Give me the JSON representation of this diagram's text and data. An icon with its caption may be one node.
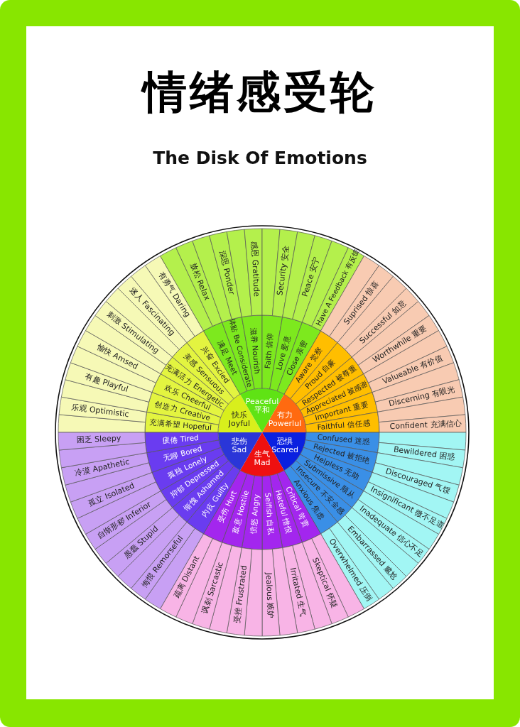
{
  "diagram": {
    "title": "情绪感受轮",
    "labels": [
      "The Disk Of Emotions"
    ],
    "nodes": [
      {
        "text": [
          "快乐",
          "Joyful"
        ]
      },
      {
        "text": [
          "Peaceful",
          "平和"
        ]
      },
      {
        "text": [
          "有力",
          "Powerlul"
        ]
      },
      {
        "text": [
          "恐惧",
          "Scared"
        ]
      },
      {
        "text": [
          "生气",
          "Mad"
        ]
      },
      {
        "text": [
          "悲伤",
          "Sad"
        ]
      },
      {
        "text": [
          "充满希望 Hopeful"
        ]
      },
      {
        "text": [
          "创造力 Creative"
        ]
      },
      {
        "text": [
          "欢乐 Cheerful"
        ]
      },
      {
        "text": [
          "充满活力 Energetic"
        ]
      },
      {
        "text": [
          "美感 Sensuous"
        ]
      },
      {
        "text": [
          "兴奋 Excied"
        ]
      },
      {
        "text": [
          "满足 Meet"
        ]
      },
      {
        "text": [
          "体贴 Be Considerate"
        ]
      },
      {
        "text": [
          "滋养 Nourish"
        ]
      },
      {
        "text": [
          "Faith 信仰"
        ]
      },
      {
        "text": [
          "Love 爱意"
        ]
      },
      {
        "text": [
          "Close 亲密"
        ]
      },
      {
        "text": [
          "Aware 觉察"
        ]
      },
      {
        "text": [
          "Proud 自豪"
        ]
      },
      {
        "text": [
          "Respected 被尊重"
        ]
      },
      {
        "text": [
          "Appreciated 被感谢"
        ]
      },
      {
        "text": [
          "Important 重要"
        ]
      },
      {
        "text": [
          "Faithful 信任感"
        ]
      },
      {
        "text": [
          "Confused 迷惑"
        ]
      },
      {
        "text": [
          "Rejected 被拒绝"
        ]
      },
      {
        "text": [
          "Helpless 无助"
        ]
      },
      {
        "text": [
          "Submissive 顺从"
        ]
      },
      {
        "text": [
          "Insecure 不安全感"
        ]
      },
      {
        "text": [
          "Anxious 焦虑"
        ]
      },
      {
        "text": [
          "Critical 苛责"
        ]
      },
      {
        "text": [
          "Hateful 憎恨"
        ]
      },
      {
        "text": [
          "Selfish 自私"
        ]
      },
      {
        "text": [
          "愤怒 Angry"
        ]
      },
      {
        "text": [
          "敌意 Hostile"
        ]
      },
      {
        "text": [
          "受伤 Hurt"
        ]
      },
      {
        "text": [
          "内疚 Guilty"
        ]
      },
      {
        "text": [
          "惭愧 Ashamed"
        ]
      },
      {
        "text": [
          "抑郁 Depressed"
        ]
      },
      {
        "text": [
          "孤独 Lonely"
        ]
      },
      {
        "text": [
          "无聊 Bored"
        ]
      },
      {
        "text": [
          "疲倦 Tired"
        ]
      },
      {
        "text": [],
        "shape": "wedge"
      },
      {
        "text": [
          "乐观 Optimistic"
        ]
      },
      {
        "text": [],
        "shape": "wedge"
      },
      {
        "text": [
          "有趣 Playful"
        ]
      },
      {
        "text": [],
        "shape": "wedge"
      },
      {
        "text": [
          "愉快 Amsed"
        ]
      },
      {
        "text": [],
        "shape": "wedge"
      },
      {
        "text": [
          "刺激 Stimulating"
        ]
      },
      {
        "text": [],
        "shape": "wedge"
      },
      {
        "text": [
          "迷人 Fascinating"
        ]
      },
      {
        "text": [],
        "shape": "wedge"
      },
      {
        "text": [
          "有勇气 Daring"
        ]
      },
      {
        "text": [],
        "shape": "wedge"
      },
      {
        "text": [
          "放松 Relax"
        ]
      },
      {
        "text": [],
        "shape": "wedge"
      },
      {
        "text": [
          "深思 Ponder"
        ]
      },
      {
        "text": [],
        "shape": "wedge"
      },
      {
        "text": [
          "感恩 Gratitude"
        ]
      },
      {
        "text": [],
        "shape": "wedge"
      },
      {
        "text": [
          "Security 安全"
        ]
      },
      {
        "text": [],
        "shape": "wedge"
      },
      {
        "text": [
          "Peace 安宁"
        ]
      },
      {
        "text": [],
        "shape": "wedge"
      },
      {
        "text": [
          "Have A Feedback 有反馈"
        ]
      },
      {
        "text": [],
        "shape": "wedge"
      },
      {
        "text": [
          "Suprised 惊喜"
        ]
      },
      {
        "text": [],
        "shape": "wedge"
      },
      {
        "text": [
          "Successful 如意"
        ]
      },
      {
        "text": [],
        "shape": "wedge"
      },
      {
        "text": [
          "Worthwhile 重要"
        ]
      },
      {
        "text": [],
        "shape": "wedge"
      },
      {
        "text": [
          "Valueable 有价值"
        ]
      },
      {
        "text": [],
        "shape": "wedge"
      },
      {
        "text": [
          "Discerning 有眼光"
        ]
      },
      {
        "text": [],
        "shape": "wedge"
      },
      {
        "text": [
          "Confident 充满信心"
        ]
      },
      {
        "text": [],
        "shape": "wedge"
      },
      {
        "text": [
          "Bewildered 困惑"
        ]
      },
      {
        "text": [],
        "shape": "wedge"
      },
      {
        "text": [
          "Discouraged 气馁"
        ]
      },
      {
        "text": [],
        "shape": "wedge"
      },
      {
        "text": [
          "Insignificant 微不足道"
        ]
      },
      {
        "text": [],
        "shape": "wedge"
      },
      {
        "text": [
          "Inadequate 信心不足"
        ]
      },
      {
        "text": [],
        "shape": "wedge"
      },
      {
        "text": [
          "Embarrassed 尴尬"
        ]
      },
      {
        "text": [],
        "shape": "wedge"
      },
      {
        "text": [
          "Overwhelmed 压倒"
        ]
      },
      {
        "text": [],
        "shape": "wedge"
      },
      {
        "text": [
          "Skeptical 怀疑"
        ]
      },
      {
        "text": [],
        "shape": "wedge"
      },
      {
        "text": [
          "Irritated 生气"
        ]
      },
      {
        "text": [],
        "shape": "wedge"
      },
      {
        "text": [
          "Jealous 嫉妒"
        ]
      },
      {
        "text": [],
        "shape": "wedge"
      },
      {
        "text": [
          "受挫 Frustrated"
        ]
      },
      {
        "text": [],
        "shape": "wedge"
      },
      {
        "text": [
          "讽刺 Sarcastic"
        ]
      },
      {
        "text": [],
        "shape": "wedge"
      },
      {
        "text": [
          "疏离 Distant"
        ]
      },
      {
        "text": [],
        "shape": "wedge"
      },
      {
        "text": [
          "悔恨 Remorseful"
        ]
      },
      {
        "text": [],
        "shape": "wedge"
      },
      {
        "text": [
          "愚蠢 Stupid"
        ]
      },
      {
        "text": [],
        "shape": "wedge"
      },
      {
        "text": [
          "自惭形秽 Inferior"
        ]
      },
      {
        "text": [],
        "shape": "wedge"
      },
      {
        "text": [
          "孤立 Isolated"
        ]
      },
      {
        "text": [],
        "shape": "wedge"
      },
      {
        "text": [
          "冷漠 Apathetic"
        ]
      },
      {
        "text": [],
        "shape": "wedge"
      },
      {
        "text": [
          "困乏 Sleepy"
        ]
      }
    ]
  }
}
